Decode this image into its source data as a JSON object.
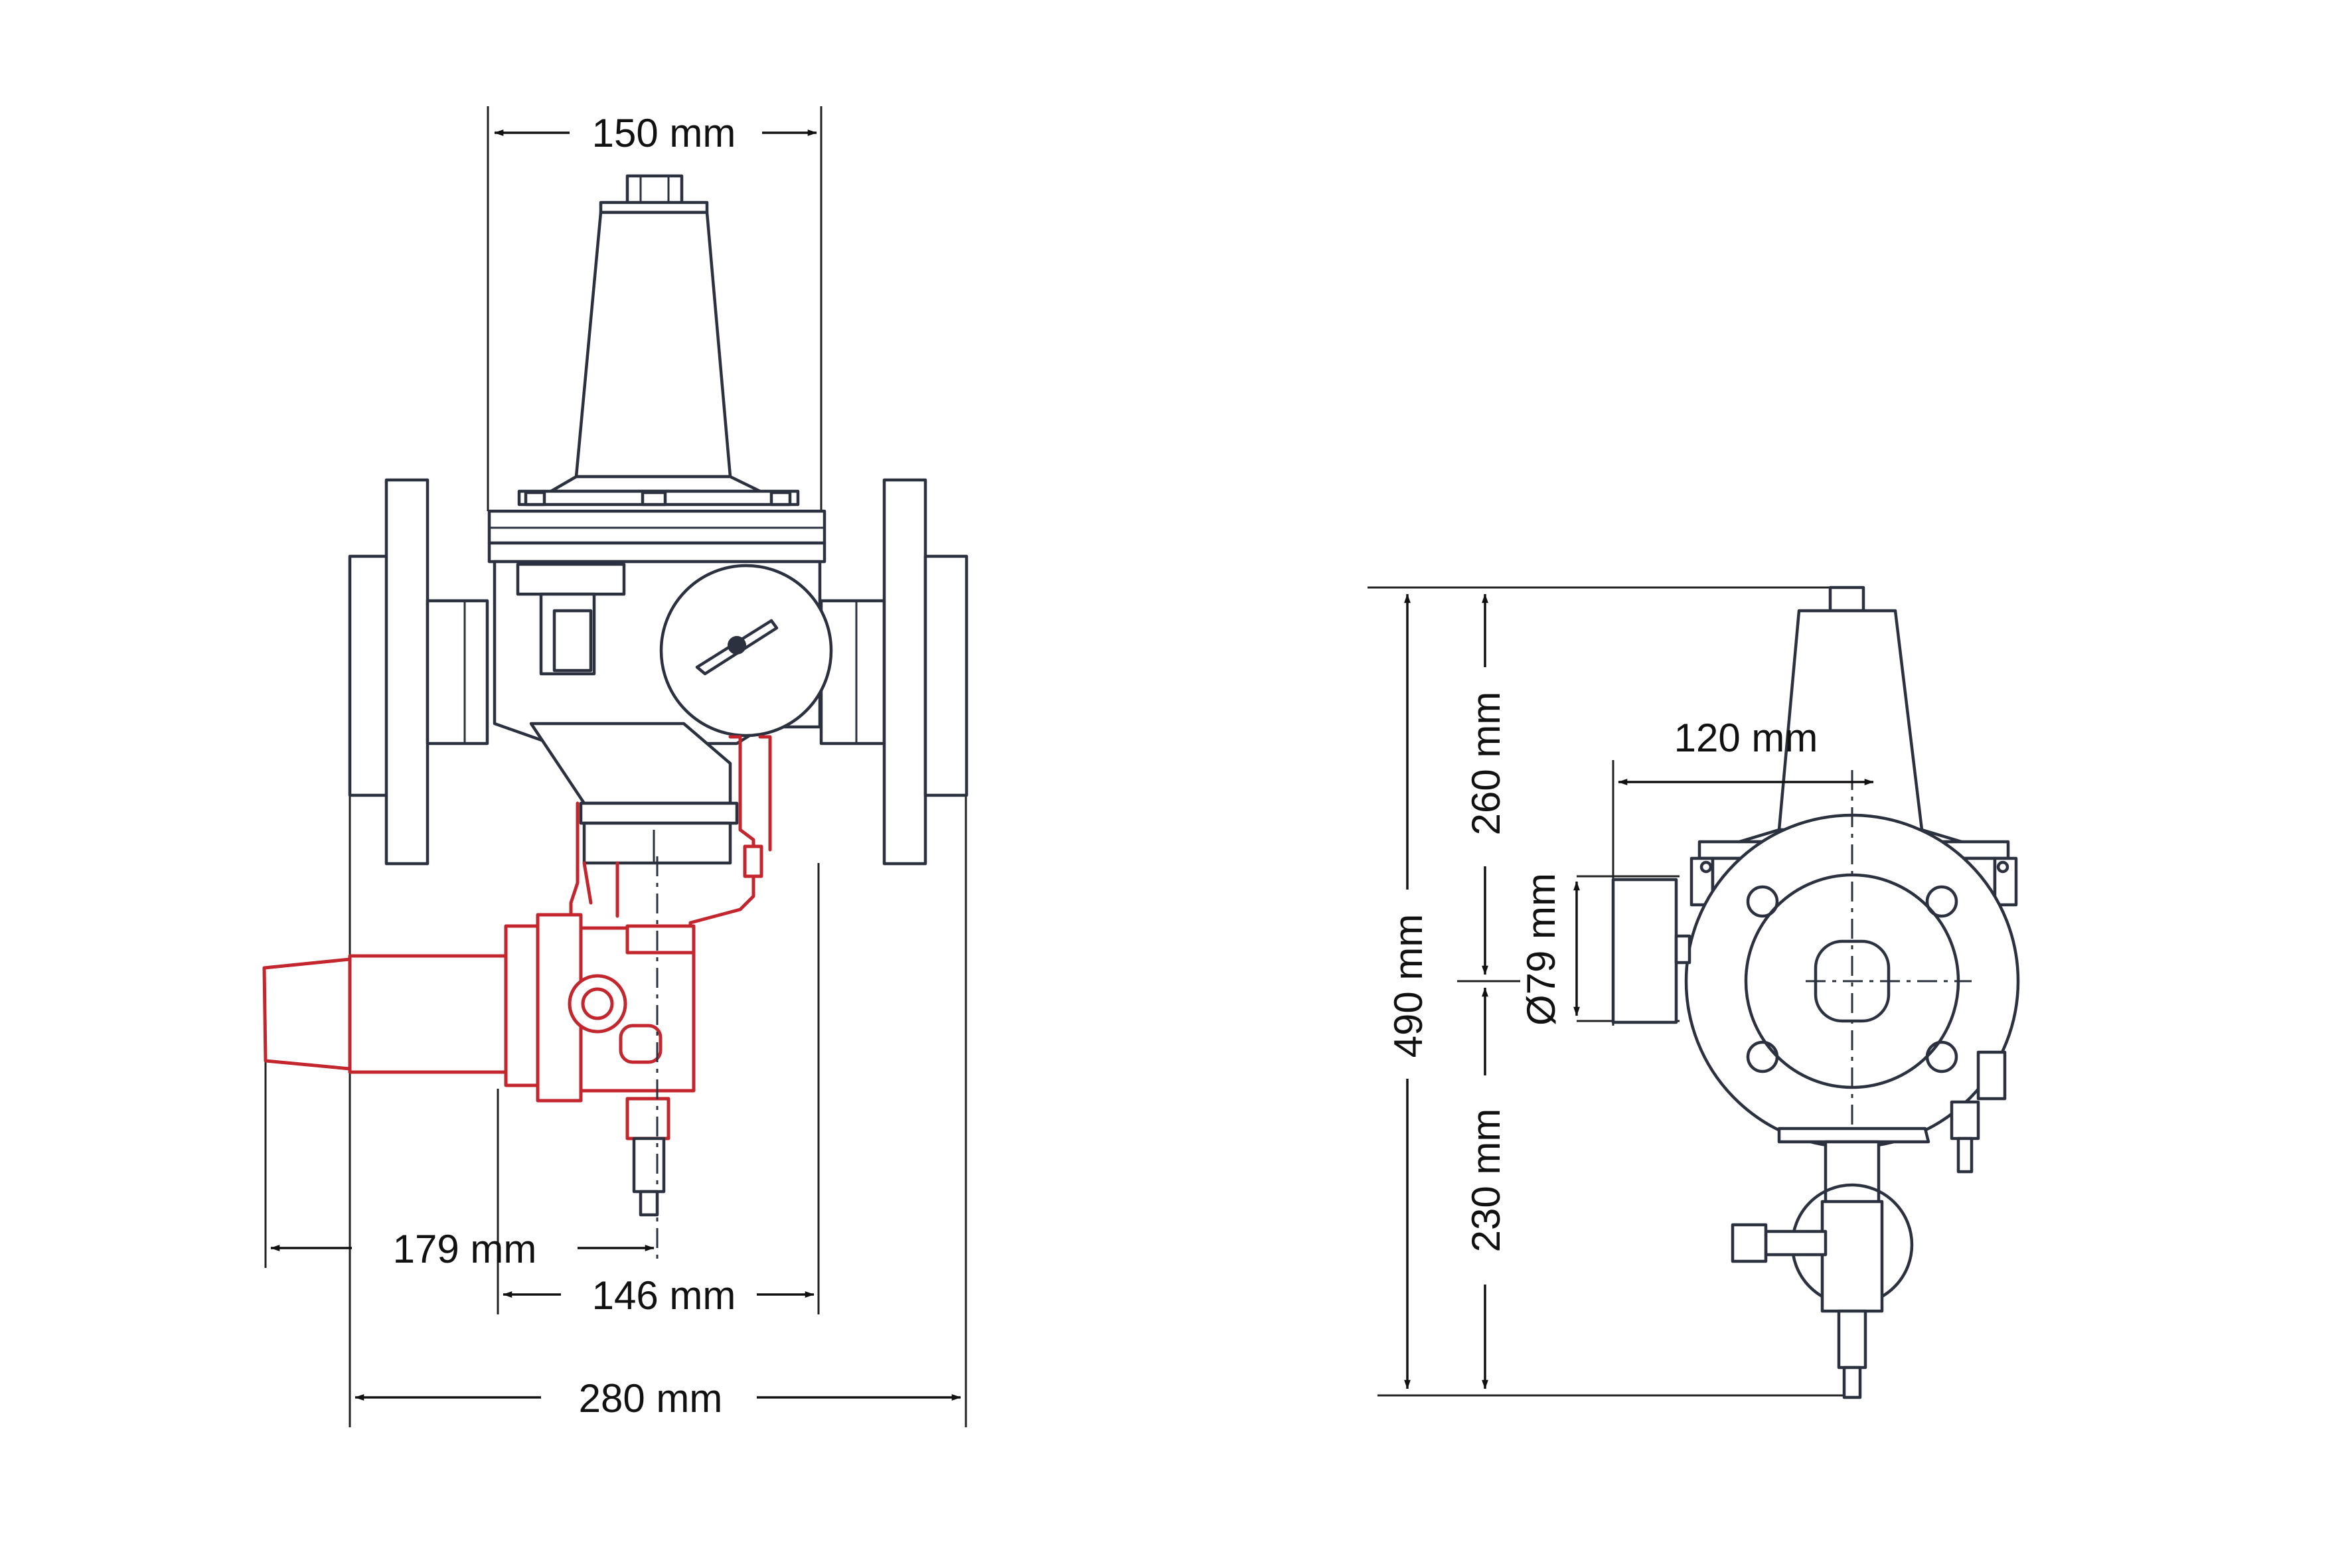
{
  "dimensions": {
    "front_view": {
      "top_width": "150 mm",
      "pilot_offset": "179 mm",
      "inner_width": "146 mm",
      "overall_length": "280 mm"
    },
    "side_view": {
      "total_height": "490 mm",
      "upper_height": "260 mm",
      "lower_height": "230 mm",
      "gauge_diameter": "Ø79 mm",
      "gauge_offset": "120 mm"
    }
  },
  "colors": {
    "outline": "#2c3140",
    "pilot_highlight": "#c4262e",
    "dimension": "#111111",
    "background": "#ffffff"
  }
}
